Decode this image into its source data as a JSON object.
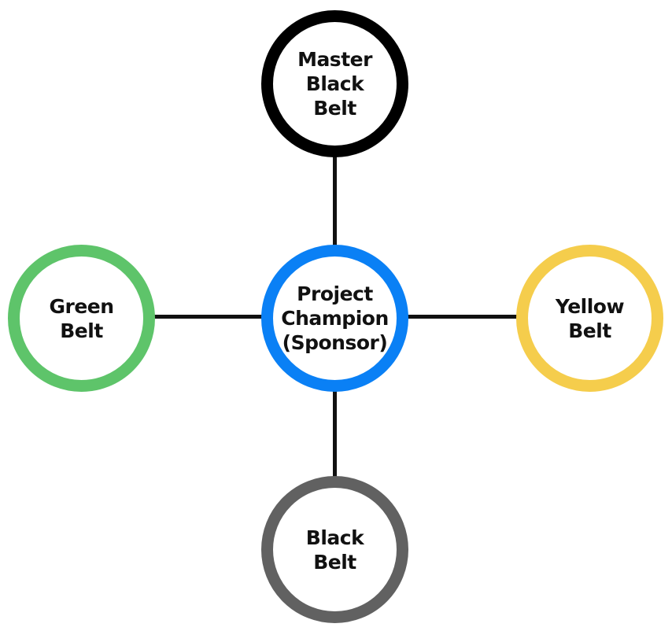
{
  "diagram": {
    "nodes": {
      "top": {
        "label": "Master\nBlack\nBelt",
        "color": "#000000"
      },
      "left": {
        "label": "Green\nBelt",
        "color": "#5ec46a"
      },
      "center": {
        "label": "Project\nChampion\n(Sponsor)",
        "color": "#0a80f5"
      },
      "right": {
        "label": "Yellow\nBelt",
        "color": "#f5cd4c"
      },
      "bottom": {
        "label": "Black\nBelt",
        "color": "#616161"
      }
    },
    "connector_color": "#111111"
  }
}
